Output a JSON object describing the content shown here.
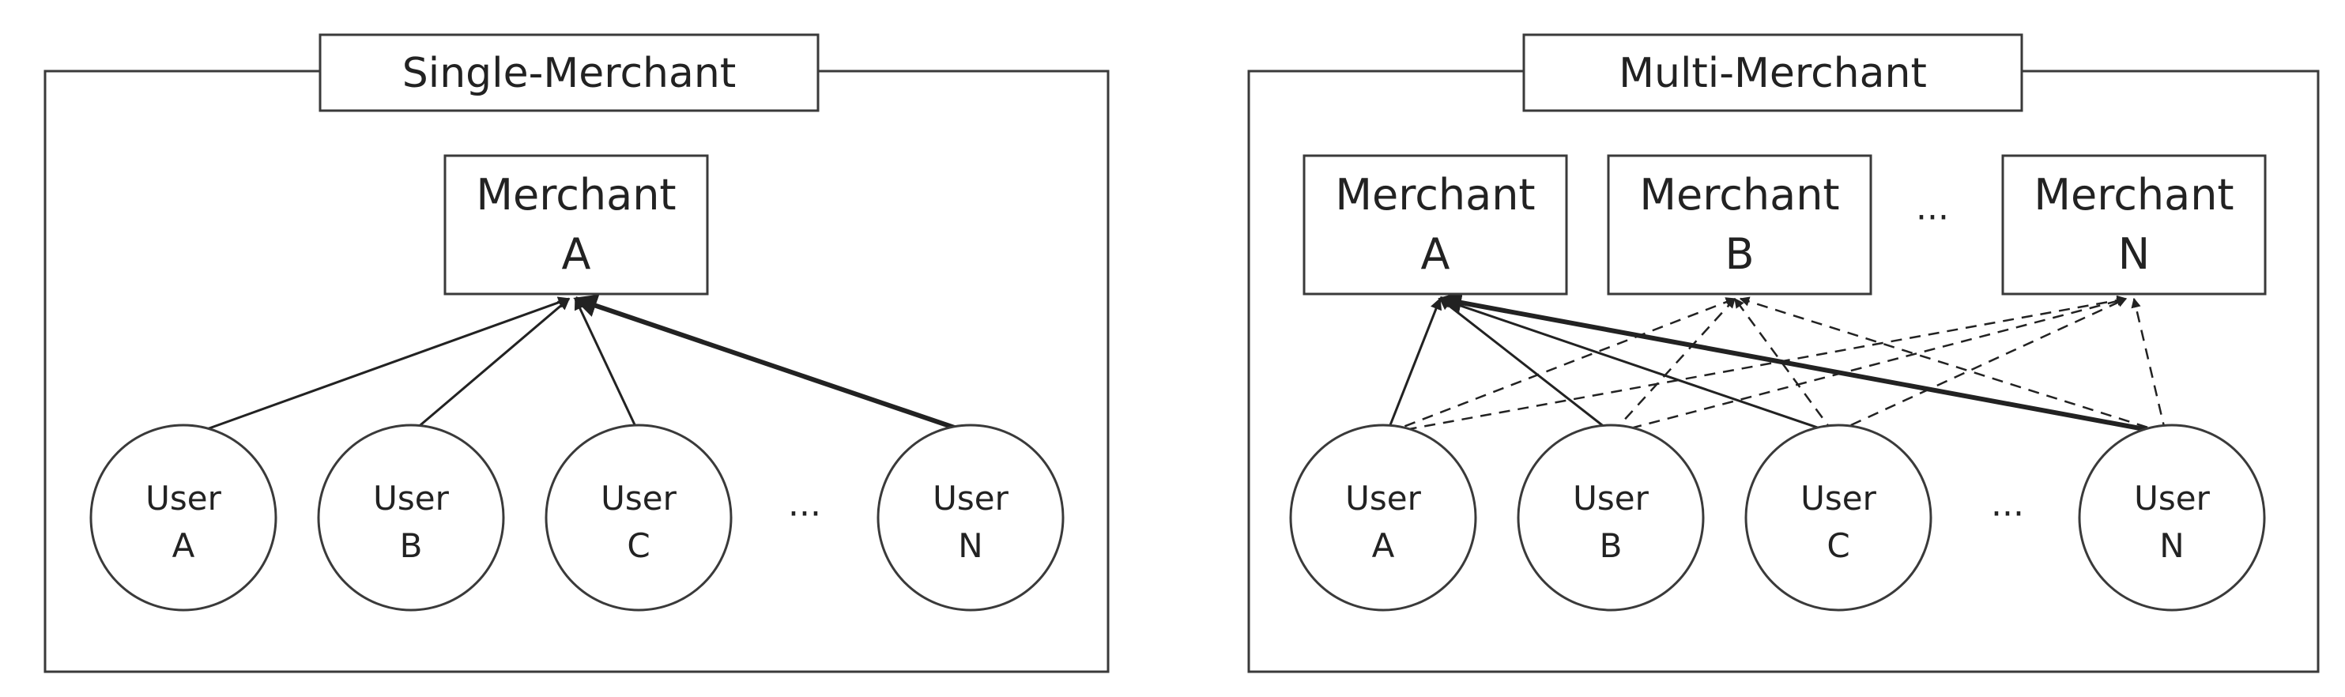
{
  "panels": [
    {
      "title": "Single-Merchant",
      "merchants": [
        {
          "line1": "Merchant",
          "line2": "A"
        }
      ],
      "merchant_ellipsis": "",
      "users": [
        {
          "line1": "User",
          "line2": "A"
        },
        {
          "line1": "User",
          "line2": "B"
        },
        {
          "line1": "User",
          "line2": "C"
        },
        {
          "line1": "User",
          "line2": "N"
        }
      ],
      "user_ellipsis": "···"
    },
    {
      "title": "Multi-Merchant",
      "merchants": [
        {
          "line1": "Merchant",
          "line2": "A"
        },
        {
          "line1": "Merchant",
          "line2": "B"
        },
        {
          "line1": "Merchant",
          "line2": "N"
        }
      ],
      "merchant_ellipsis": "···",
      "users": [
        {
          "line1": "User",
          "line2": "A"
        },
        {
          "line1": "User",
          "line2": "B"
        },
        {
          "line1": "User",
          "line2": "C"
        },
        {
          "line1": "User",
          "line2": "N"
        }
      ],
      "user_ellipsis": "···"
    }
  ]
}
